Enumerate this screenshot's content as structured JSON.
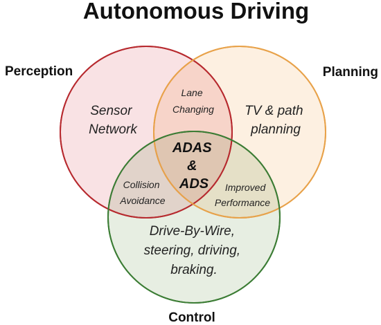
{
  "title": "Autonomous Driving",
  "sets": {
    "perception": {
      "label": "Perception",
      "fill": "#f8dfe1",
      "stroke": "#b72a2f"
    },
    "planning": {
      "label": "Planning",
      "fill": "#fdeede",
      "stroke": "#e8a24a"
    },
    "control": {
      "label": "Control",
      "fill": "#e4ecdf",
      "stroke": "#3c7d35"
    }
  },
  "regions": {
    "perception_only": [
      "Sensor",
      "Network"
    ],
    "planning_only": [
      "TV & path",
      "planning"
    ],
    "control_only": [
      "Drive-By-Wire,",
      "steering, driving,",
      "braking."
    ],
    "perception_planning": [
      "Lane",
      "Changing"
    ],
    "perception_control": [
      "Collision",
      "Avoidance"
    ],
    "planning_control": [
      "Improved",
      "Performance"
    ],
    "center": [
      "ADAS",
      "&",
      "ADS"
    ]
  }
}
